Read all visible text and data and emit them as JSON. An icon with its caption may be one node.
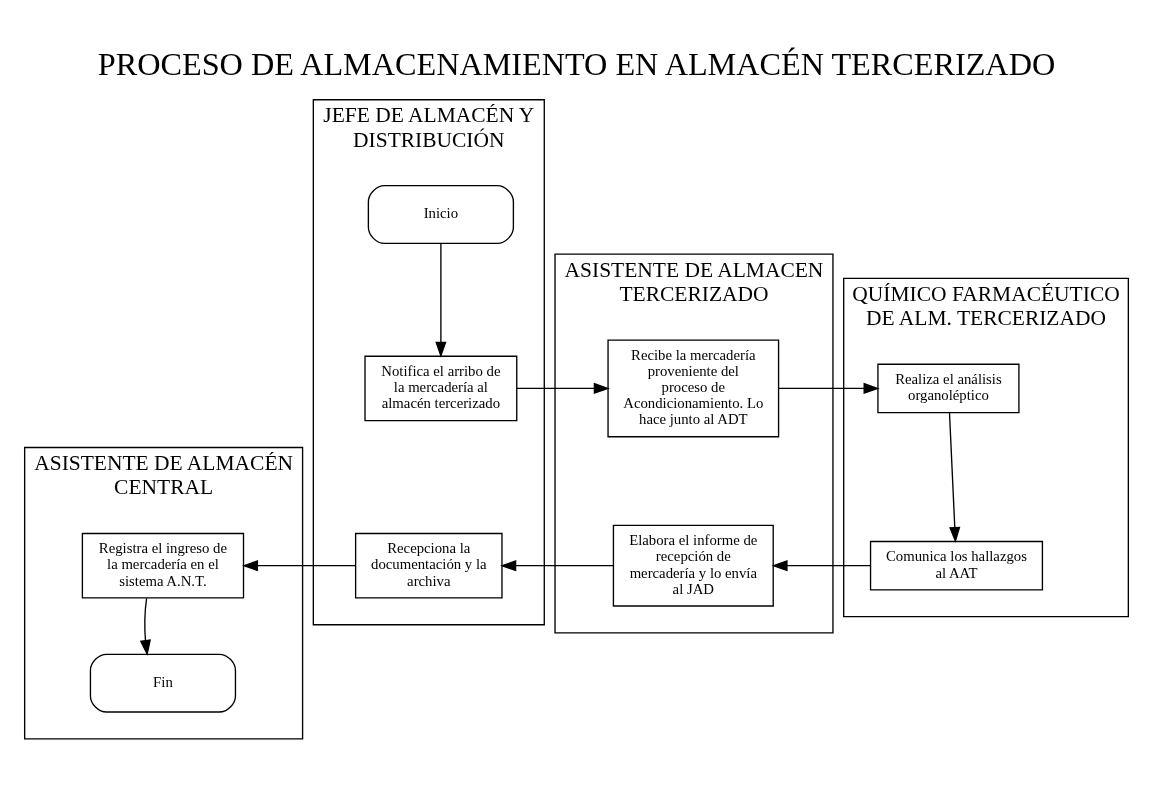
{
  "diagram": {
    "title": "PROCESO DE ALMACENAMIENTO EN ALMACÉN TERCERIZADO",
    "nodes": [
      {
        "text": [
          "ASISTENTE DE ALMACÉN CENTRAL"
        ]
      },
      {
        "text": [
          "JEFE DE ALMACÉN Y DISTRIBUCIÓN"
        ]
      },
      {
        "text": [
          "ASISTENTE DE ALMACEN TERCERIZADO"
        ]
      },
      {
        "text": [
          "QUÍMICO FARMACÉUTICO DE ALM. TERCERIZADO"
        ]
      },
      {
        "text": [
          "Inicio"
        ],
        "in": 1
      },
      {
        "text": [
          "Notifica el arribo de la mercadería al almacén tercerizado"
        ],
        "in": 1
      },
      {
        "text": [
          "Recibe la mercadería proveniente del proceso de Acondicionamiento. Lo hace junto al ADT"
        ],
        "in": 2
      },
      {
        "text": [
          "Realiza el análisis organoléptico"
        ],
        "in": 3
      },
      {
        "text": [
          "Comunica los hallazgos al AAT"
        ],
        "in": 3
      },
      {
        "text": [
          "Elabora el informe de recepción de mercadería y lo envía al JAD"
        ],
        "in": 2
      },
      {
        "text": [
          "Recepciona la documentación y la archiva"
        ],
        "in": 1
      },
      {
        "text": [
          "Registra el ingreso de la mercadería en el sistema A.N.T."
        ],
        "in": 0
      },
      {
        "text": [
          "Fin"
        ],
        "in": 0
      }
    ],
    "edges": [
      {
        "from": 4,
        "to": 5,
        "arrow": "to"
      },
      {
        "from": 5,
        "to": 6,
        "arrow": "to"
      },
      {
        "from": 6,
        "to": 7,
        "arrow": "to"
      },
      {
        "from": 7,
        "to": 8,
        "arrow": "to"
      },
      {
        "from": 8,
        "to": 9,
        "arrow": "to"
      },
      {
        "from": 9,
        "to": 10,
        "arrow": "to"
      },
      {
        "from": 10,
        "to": 11,
        "arrow": "to"
      },
      {
        "from": 11,
        "to": 12,
        "arrow": "to"
      }
    ]
  }
}
